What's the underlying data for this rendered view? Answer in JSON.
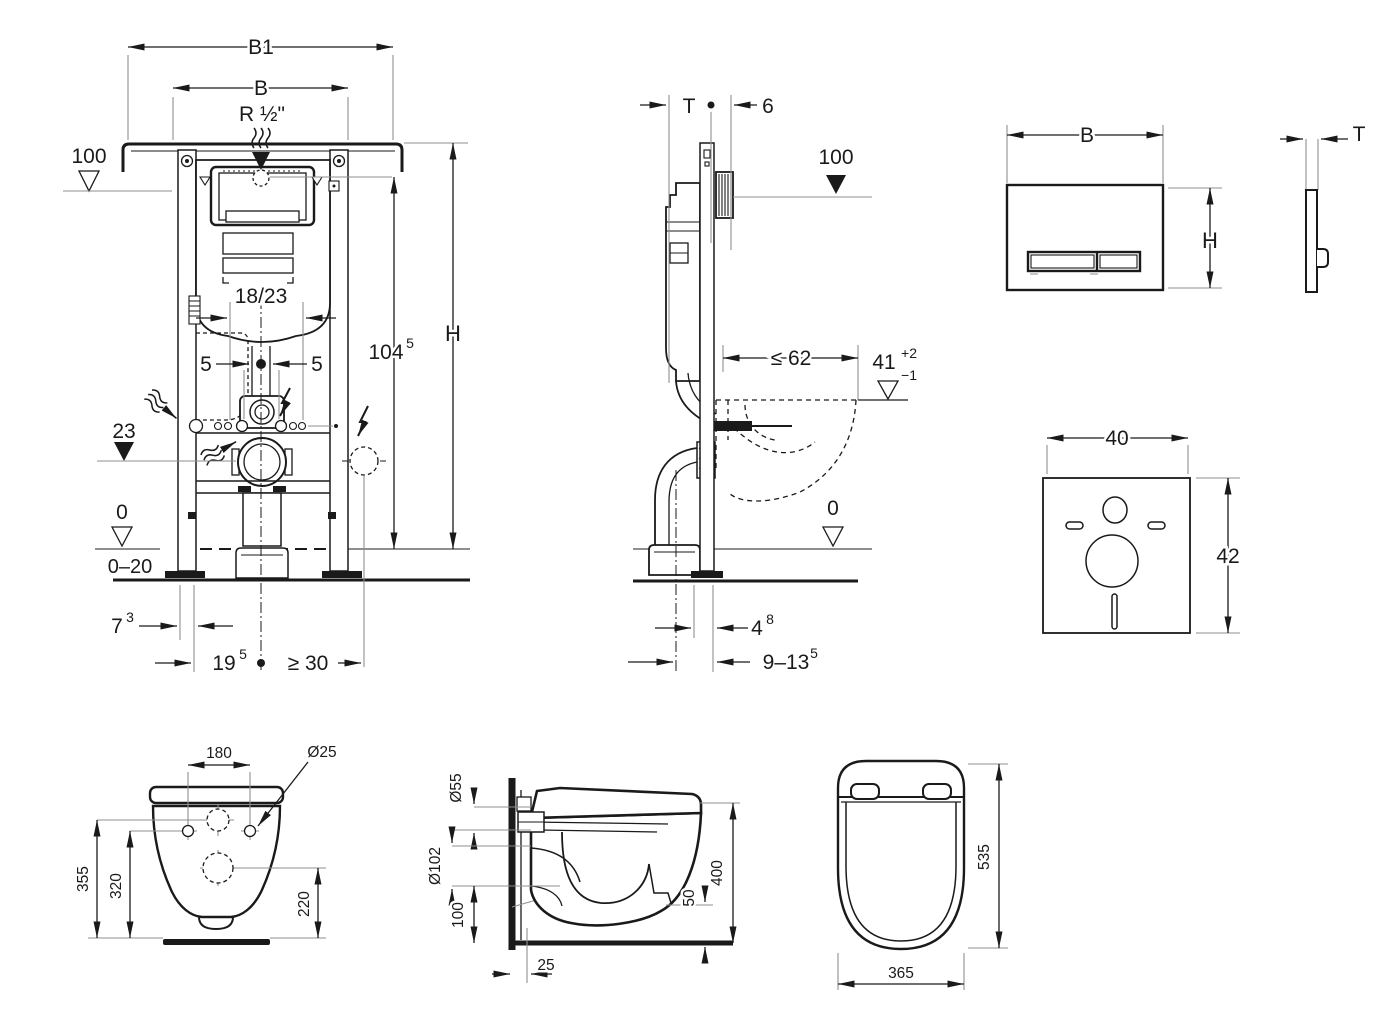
{
  "palette": {
    "ink": "#1a1a1a",
    "ref_line": "#8f8f8f",
    "bg": "#ffffff"
  },
  "views": {
    "frame_front": {
      "label": "installation frame front elevation",
      "dims": {
        "b1": "B1",
        "b": "B",
        "supply_thread": "R ½\"",
        "supply_level": "100",
        "valve_spacing": "18/23",
        "offset_left": "5",
        "offset_right": "5",
        "outlet_level": "23",
        "install_height": "104",
        "install_height_sup": "5",
        "total_height": "H",
        "floor_level": "0",
        "floor_build": "0–20",
        "foot_depth": "7",
        "foot_depth_sup": "3",
        "outlet_offset": "19",
        "outlet_offset_sup": "5",
        "power_offset": "≥ 30"
      }
    },
    "frame_side": {
      "label": "installation frame side elevation",
      "dims": {
        "frame_depth": "T",
        "plate_gap": "6",
        "supply_level": "100",
        "max_duct": "≤ 62",
        "bowl_level": "41",
        "bowl_level_sup": "+2",
        "bowl_level_sub": "−1",
        "floor_level": "0",
        "wall_gap": "4",
        "wall_gap_sup": "8",
        "outlet_range": "9–13",
        "outlet_range_sup": "5"
      }
    },
    "flush_plate": {
      "label": "flush actuator plate",
      "dims": {
        "width": "B",
        "height": "H",
        "thickness": "T"
      }
    },
    "sound_pad": {
      "label": "sound insulation pad",
      "dims": {
        "width": "40",
        "height": "42"
      }
    },
    "wc_front": {
      "label": "wc pan front view",
      "dims": {
        "bolt_spacing": "180",
        "bolt_dia": "Ø25",
        "height_total": "355",
        "height_mid": "320",
        "height_outlet": "220"
      }
    },
    "wc_side": {
      "label": "wc pan side view",
      "dims": {
        "inlet_dia": "Ø55",
        "outlet_dia": "Ø102",
        "outlet_height": "100",
        "wall_offset": "25",
        "ledge_height": "50",
        "depth": "400"
      }
    },
    "wc_top": {
      "label": "wc pan top view",
      "dims": {
        "length": "535",
        "width": "365"
      }
    }
  }
}
